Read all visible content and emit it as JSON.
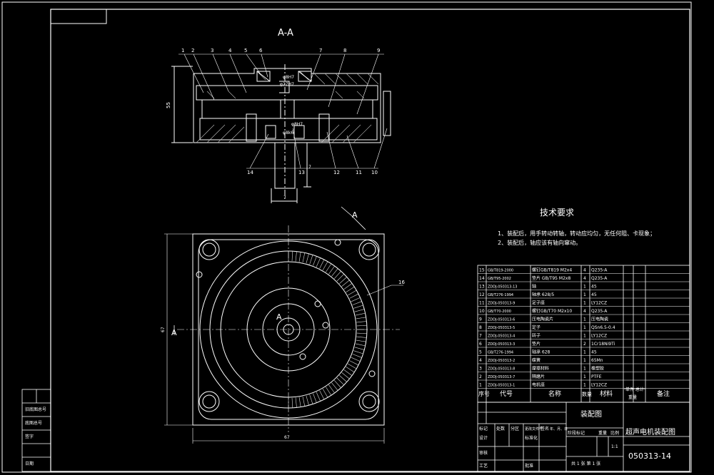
{
  "section_title": "A-A",
  "section_mark": "A",
  "dims": {
    "d_top1": "φ8H7",
    "d_top2": "φ27H7",
    "d_mid1": "φ8H7",
    "d_mid2": "φ8k6",
    "height": "55",
    "small": "7",
    "shaft": "7",
    "width": "67",
    "width_v": "67"
  },
  "callouts_top": [
    "1",
    "2",
    "3",
    "4",
    "5",
    "6",
    "7",
    "8",
    "9"
  ],
  "callouts_bottom": [
    "14",
    "13",
    "12",
    "11",
    "10"
  ],
  "callout_16": "16",
  "tech_title": "技术要求",
  "tech_notes": [
    "1、装配后，用手转动转轴，转动应均匀，无任何阻、卡现象；",
    "2、装配后，轴应该有轴向窜动。"
  ],
  "bom_rows": [
    {
      "no": "15",
      "code": "GB/T819-2000",
      "name": "螺钉GB/T819 M2x4",
      "qty": "4",
      "mat": "Q235-A"
    },
    {
      "no": "14",
      "code": "GB/T95-2002",
      "name": "垫片 GB/T95 M2x8",
      "qty": "4",
      "mat": "Q235-A"
    },
    {
      "no": "13",
      "code": "ZDDJ-050313-13",
      "name": "轴",
      "qty": "1",
      "mat": "45"
    },
    {
      "no": "12",
      "code": "GB/T276-1994",
      "name": "轴承 628/5",
      "qty": "1",
      "mat": "45"
    },
    {
      "no": "11",
      "code": "ZDDJ-050313-9",
      "name": "定子座",
      "qty": "1",
      "mat": "LY12CZ"
    },
    {
      "no": "10",
      "code": "GB/T70-2000",
      "name": "螺钉GB/T70 M2x10",
      "qty": "4",
      "mat": "Q235-A"
    },
    {
      "no": "9",
      "code": "ZDDJ-050313-6",
      "name": "压电陶瓷片",
      "qty": "1",
      "mat": "压电陶瓷"
    },
    {
      "no": "8",
      "code": "ZDDJ-050313-5",
      "name": "定子",
      "qty": "1",
      "mat": "QSn6.5-0.4"
    },
    {
      "no": "7",
      "code": "ZDDJ-050313-4",
      "name": "转子",
      "qty": "1",
      "mat": "LY12CZ"
    },
    {
      "no": "6",
      "code": "ZDDJ-050313-3",
      "name": "垫片",
      "qty": "2",
      "mat": "1Cr18Ni9Ti"
    },
    {
      "no": "5",
      "code": "GB/T276-1994",
      "name": "轴承 628",
      "qty": "1",
      "mat": "45"
    },
    {
      "no": "4",
      "code": "ZDDJ-050313-2",
      "name": "碟簧",
      "qty": "1",
      "mat": "65Mn"
    },
    {
      "no": "3",
      "code": "ZDDJ-050313-8",
      "name": "摩擦材料",
      "qty": "1",
      "mat": "橡塑胶"
    },
    {
      "no": "2",
      "code": "ZDDJ-050313-7",
      "name": "隔磨片",
      "qty": "1",
      "mat": "PTFE"
    },
    {
      "no": "1",
      "code": "ZDDJ-050313-1",
      "name": "电机座",
      "qty": "1",
      "mat": "LY12CZ"
    }
  ],
  "bom_header": {
    "no": "序号",
    "code": "代号",
    "name": "名称",
    "qty": "数量",
    "mat": "材料",
    "w1": "单件",
    "w2": "总计",
    "w3": "重量",
    "note": "备注"
  },
  "title_block": {
    "drawing_type": "装配图",
    "product": "超声电机装配图",
    "number": "050313-14",
    "scale": "比例",
    "scale_val": "1:1",
    "stage": "阶段标记",
    "weight": "重量",
    "sheet": "共 1 张  第 1 张",
    "row1": [
      "标记",
      "处数",
      "分区",
      "更改文件号",
      "签名",
      "年、月、日"
    ],
    "design": "设计",
    "std": "标准化",
    "review": "审核",
    "craft": "工艺",
    "approve": "批准"
  },
  "left_strip": [
    "旧底图总号",
    "底图总号",
    "签字",
    "日期"
  ]
}
